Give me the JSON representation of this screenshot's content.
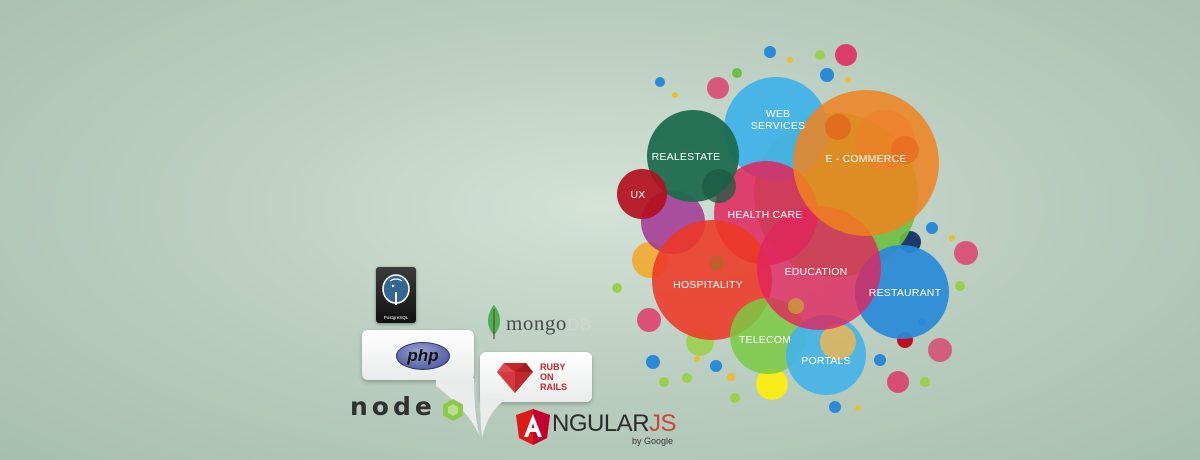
{
  "palette": {
    "background": "#b4cabb",
    "orange": "#f0821e",
    "red": "#e0262e",
    "magenta": "#e1245c",
    "teal": "#1e6b4f",
    "sky": "#42b2e8",
    "blue": "#2a8ad8",
    "green": "#6dbf43",
    "yellow": "#f6e400",
    "purple": "#a23592",
    "darkred": "#a8101b"
  },
  "bubbles": {
    "web_services": {
      "line1": "WEB",
      "line2": "SERVICES"
    },
    "realestate": "REALESTATE",
    "ecommerce": "E - COMMERCE",
    "ux": "UX",
    "health_care": "HEALTH CARE",
    "education": "EDUCATION",
    "hospitality": "HOSPITALITY",
    "restaurant": "RESTAURANT",
    "telecom": "TELECOM",
    "portals": "PORTALS"
  },
  "tech_logos": {
    "postgresql": {
      "icon": "postgresql-elephant-icon",
      "label": "PostgreSQL"
    },
    "php": "php",
    "mongodb": {
      "word": "mongo",
      "suffix": "DB"
    },
    "nodejs": "node",
    "rails": {
      "line1": "RUBY",
      "line2": "ON",
      "line3": "RAILS",
      "icon": "ruby-gem-icon"
    },
    "angularjs": {
      "word": "NGULAR",
      "suffix": "JS",
      "by": "by Google",
      "icon": "angular-shield-icon"
    }
  }
}
